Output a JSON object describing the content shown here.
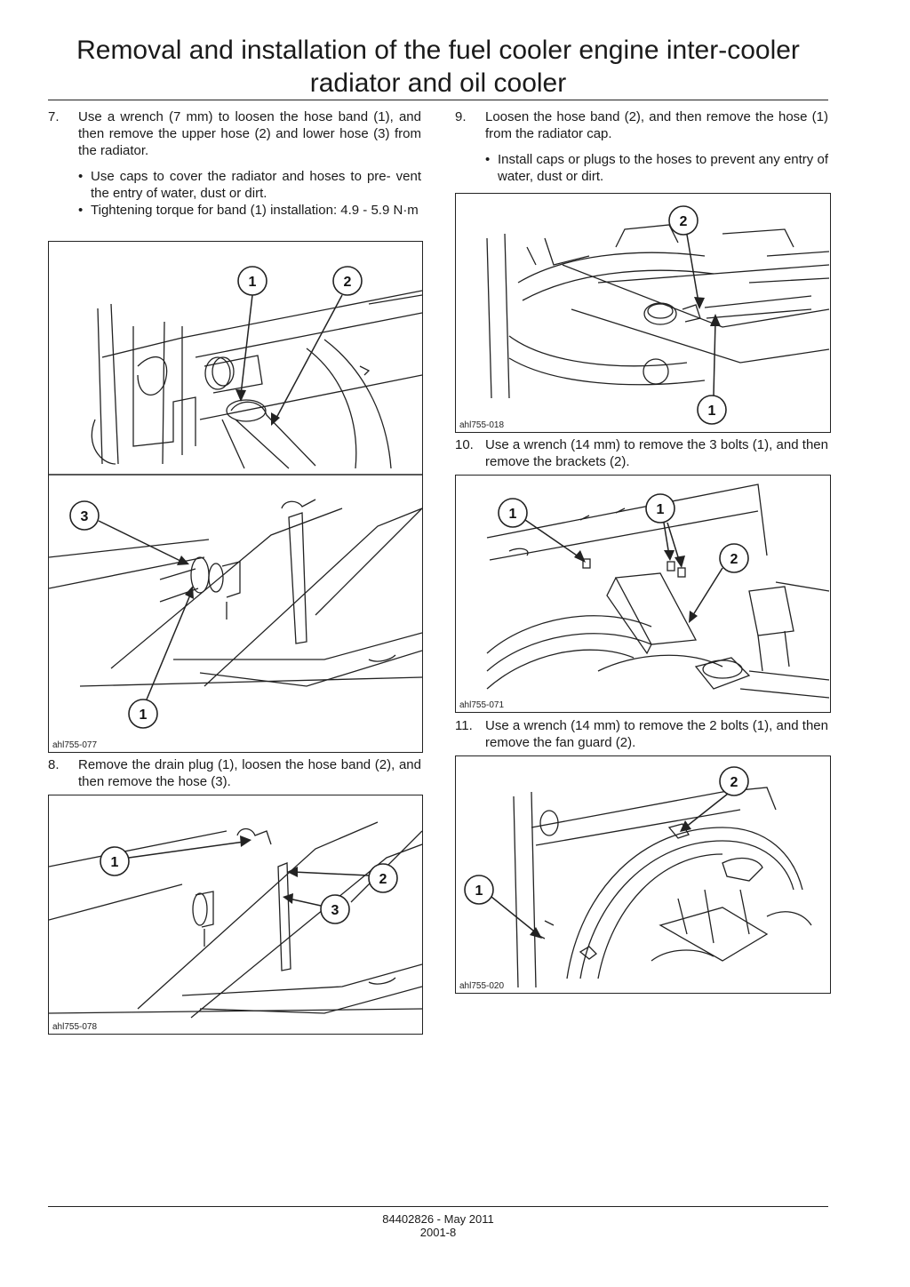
{
  "header": {
    "title_line1": "Removal and installation of the fuel cooler engine inter-cooler",
    "title_line2": "radiator and oil cooler"
  },
  "steps": {
    "s7": {
      "num": "7.",
      "text": "Use a wrench (7 mm) to loosen the hose band (1), and then remove the upper hose (2) and lower hose (3) from the radiator.",
      "bullets": [
        "Use caps to cover the radiator and hoses to pre- vent the entry of water, dust or dirt.",
        "Tightening torque for band (1) installation: 4.9 - 5.9 N·m"
      ]
    },
    "s8": {
      "num": "8.",
      "text": "Remove the drain plug (1), loosen the hose band (2), and then remove the hose (3)."
    },
    "s9": {
      "num": "9.",
      "text": "Loosen the hose band (2), and then remove the hose (1) from the radiator cap.",
      "bullets": [
        "Install caps or plugs to the hoses to prevent any entry of water, dust or dirt."
      ]
    },
    "s10": {
      "num": "10.",
      "text": "Use a wrench (14 mm) to remove the 3 bolts (1), and then remove the brackets (2)."
    },
    "s11": {
      "num": "11.",
      "text": "Use a wrench (14 mm) to remove the 2 bolts (1), and then remove the fan guard (2)."
    }
  },
  "figures": {
    "fig077": {
      "ref": "ahl755-077",
      "callouts": [
        "1",
        "2",
        "3",
        "1"
      ]
    },
    "fig078": {
      "ref": "ahl755-078",
      "callouts": [
        "1",
        "2",
        "3"
      ]
    },
    "fig018": {
      "ref": "ahl755-018",
      "callouts": [
        "2",
        "1"
      ]
    },
    "fig071": {
      "ref": "ahl755-071",
      "callouts": [
        "1",
        "1",
        "2"
      ]
    },
    "fig020": {
      "ref": "ahl755-020",
      "callouts": [
        "2",
        "1"
      ]
    }
  },
  "footer": {
    "line1": "84402826 - May 2011",
    "line2": "2001-8"
  }
}
